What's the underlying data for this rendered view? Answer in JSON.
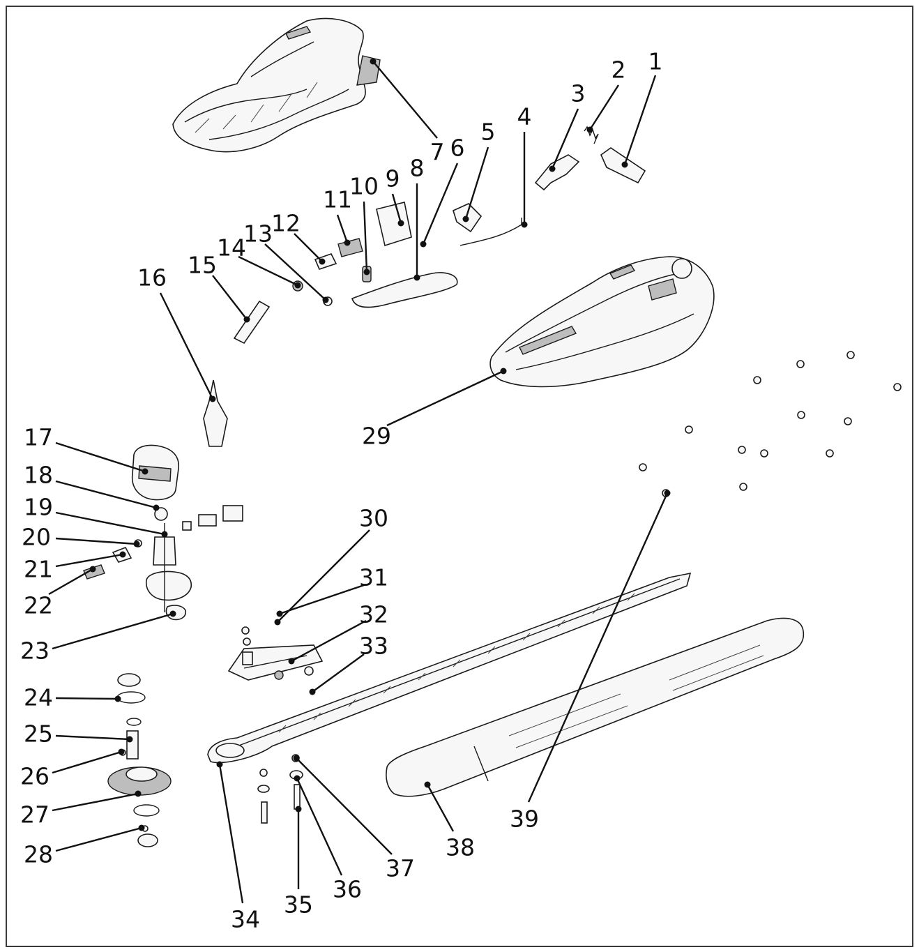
{
  "callouts": [
    {
      "id": "1",
      "label": "1"
    },
    {
      "id": "2",
      "label": "2"
    },
    {
      "id": "3",
      "label": "3"
    },
    {
      "id": "4",
      "label": "4"
    },
    {
      "id": "5",
      "label": "5"
    },
    {
      "id": "6",
      "label": "6"
    },
    {
      "id": "7",
      "label": "7"
    },
    {
      "id": "8",
      "label": "8"
    },
    {
      "id": "9",
      "label": "9"
    },
    {
      "id": "10",
      "label": "10"
    },
    {
      "id": "11",
      "label": "11"
    },
    {
      "id": "12",
      "label": "12"
    },
    {
      "id": "13",
      "label": "13"
    },
    {
      "id": "14",
      "label": "14"
    },
    {
      "id": "15",
      "label": "15"
    },
    {
      "id": "16",
      "label": "16"
    },
    {
      "id": "17",
      "label": "17"
    },
    {
      "id": "18",
      "label": "18"
    },
    {
      "id": "19",
      "label": "19"
    },
    {
      "id": "20",
      "label": "20"
    },
    {
      "id": "21",
      "label": "21"
    },
    {
      "id": "22",
      "label": "22"
    },
    {
      "id": "23",
      "label": "23"
    },
    {
      "id": "24",
      "label": "24"
    },
    {
      "id": "25",
      "label": "25"
    },
    {
      "id": "26",
      "label": "26"
    },
    {
      "id": "27",
      "label": "27"
    },
    {
      "id": "28",
      "label": "28"
    },
    {
      "id": "29",
      "label": "29"
    },
    {
      "id": "30",
      "label": "30"
    },
    {
      "id": "31",
      "label": "31"
    },
    {
      "id": "32",
      "label": "32"
    },
    {
      "id": "33",
      "label": "33"
    },
    {
      "id": "34",
      "label": "34"
    },
    {
      "id": "35",
      "label": "35"
    },
    {
      "id": "36",
      "label": "36"
    },
    {
      "id": "37",
      "label": "37"
    },
    {
      "id": "38",
      "label": "38"
    },
    {
      "id": "39",
      "label": "39"
    }
  ]
}
